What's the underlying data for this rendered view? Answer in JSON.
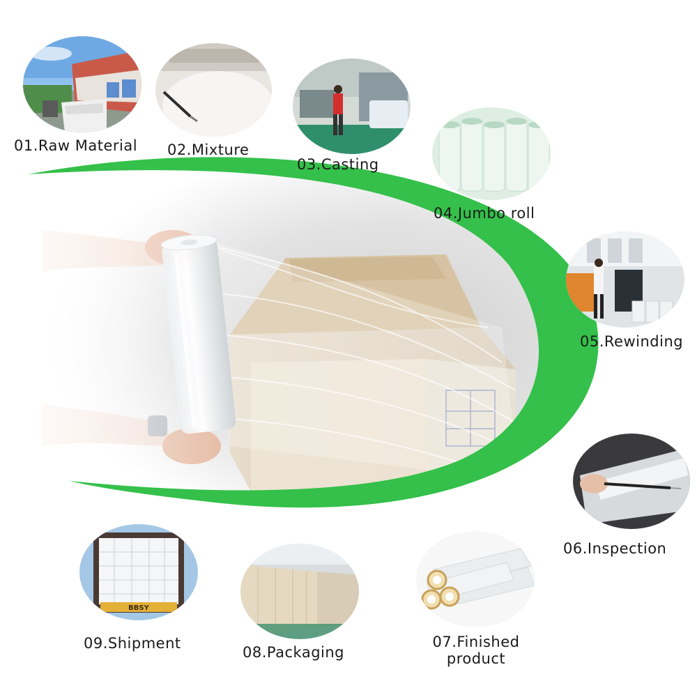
{
  "steps": [
    {
      "id": "s01",
      "label": "01.Raw Material"
    },
    {
      "id": "s02",
      "label": "02.Mixture"
    },
    {
      "id": "s03",
      "label": "03.Casting"
    },
    {
      "id": "s04",
      "label": "04.Jumbo roll"
    },
    {
      "id": "s05",
      "label": "05.Rewinding"
    },
    {
      "id": "s06",
      "label": "06.Inspection"
    },
    {
      "id": "s07",
      "label_line1": "07.Finished",
      "label_line2": "product"
    },
    {
      "id": "s08",
      "label": "08.Packaging"
    },
    {
      "id": "s09",
      "label": "09.Shipment"
    }
  ],
  "container_plate": "BBSY",
  "colors": {
    "accent_green": "#34c04a",
    "text": "#1a1a1a"
  }
}
